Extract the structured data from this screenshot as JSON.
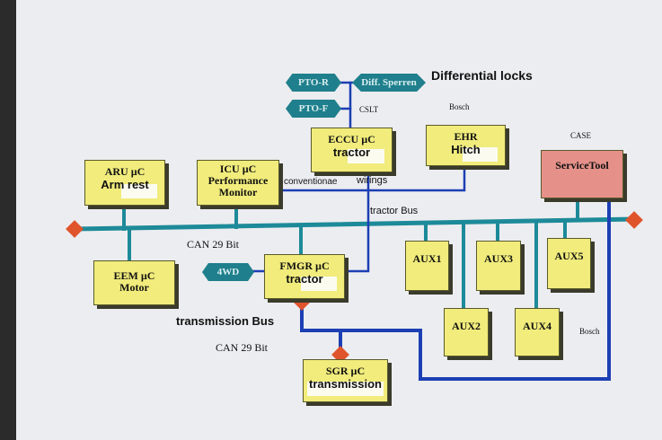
{
  "colors": {
    "bus": "#1d8a99",
    "transmission_bus": "#1c3fb4",
    "box": "#f1ec7c",
    "service_box": "#e5918a",
    "hex": "#1f7f8c",
    "diamond": "#e0542c"
  },
  "tags": {
    "pto_r": "PTO-R",
    "pto_f": "PTO-F",
    "diff_sperren": "Diff. Sperren",
    "four_wd": "4WD"
  },
  "labels": {
    "differential_locks": "Differential locks",
    "cslt": "CSLT",
    "bosch_top": "Bosch",
    "case": "CASE",
    "conventional": "conventionae",
    "wirings": "wirings",
    "tractor_bus": "tractor Bus",
    "can_top": "CAN 29 Bit",
    "transmission_bus": "transmission Bus",
    "can_bottom": "CAN 29 Bit",
    "bosch_bottom": "Bosch"
  },
  "boxes": {
    "aru": {
      "line1": "ARU µC",
      "line2": "Arm rest"
    },
    "icu": {
      "line1": "ICU µC",
      "line2": "Performance",
      "line3": "Monitor"
    },
    "eccu": {
      "line1": "ECCU µC",
      "line2": "tractor"
    },
    "ehr": {
      "line1": "EHR",
      "line2": "Hitch"
    },
    "service": {
      "line1": "ServiceTool"
    },
    "eem": {
      "line1": "EEM µC",
      "line2": "Motor"
    },
    "fmgr": {
      "line1": "FMGR µC",
      "line2": "tractor"
    },
    "sgr": {
      "line1": "SGR µC",
      "line2": "transmission"
    },
    "aux1": {
      "line1": "AUX1"
    },
    "aux2": {
      "line1": "AUX2"
    },
    "aux3": {
      "line1": "AUX3"
    },
    "aux4": {
      "line1": "AUX4"
    },
    "aux5": {
      "line1": "AUX5"
    }
  }
}
